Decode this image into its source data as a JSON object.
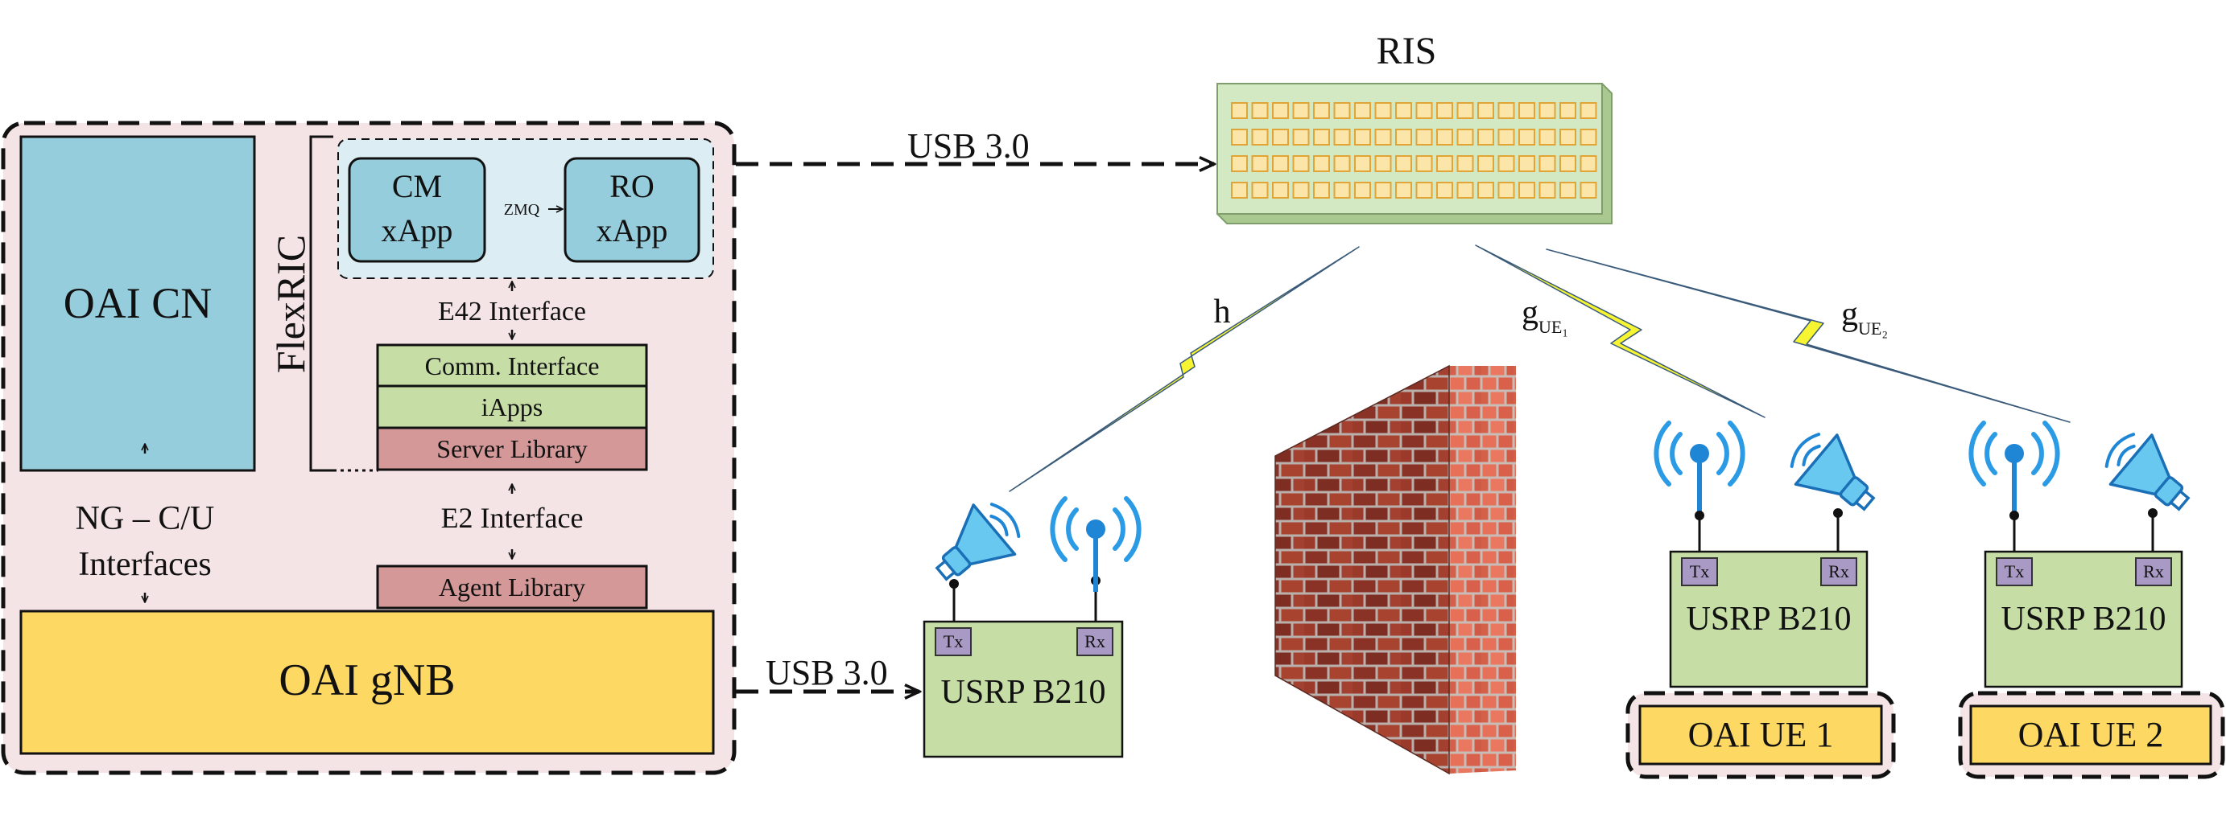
{
  "ris": {
    "label": "RIS"
  },
  "links": {
    "usb_top": "USB 3.0",
    "usb_bottom": "USB 3.0",
    "channel_h": "h",
    "channel_g1": "g",
    "channel_g1_sub": "UE₁",
    "channel_g2": "g",
    "channel_g2_sub": "UE₂"
  },
  "gnb_system": {
    "core": "OAI CN",
    "flexric": "FlexRIC",
    "xapp_cm_line1": "CM",
    "xapp_cm_line2": "xApp",
    "xapp_ro_line1": "RO",
    "xapp_ro_line2": "xApp",
    "zmq": "ZMQ",
    "e42": "E42 Interface",
    "comm_interface": "Comm. Interface",
    "iapps": "iApps",
    "server_library": "Server Library",
    "e2": "E2 Interface",
    "agent_library": "Agent Library",
    "ng_line1": "NG – C/U",
    "ng_line2": "Interfaces",
    "gnb": "OAI gNB"
  },
  "usrp_gnb": {
    "label": "USRP B210",
    "tx": "Tx",
    "rx": "Rx"
  },
  "ue1": {
    "usrp": "USRP B210",
    "tx": "Tx",
    "rx": "Rx",
    "name": "OAI UE 1"
  },
  "ue2": {
    "usrp": "USRP B210",
    "tx": "Tx",
    "rx": "Rx",
    "name": "OAI UE 2"
  },
  "colors": {
    "system_bg": "#f5e4e6",
    "core_blue": "#96cddc",
    "xapp_panel": "#dcedf3",
    "green_block": "#c6dea6",
    "red_block": "#d59898",
    "gnb_yellow": "#fdd862",
    "antenna_blue": "#1f86d6",
    "lightning": "#f7f532"
  }
}
